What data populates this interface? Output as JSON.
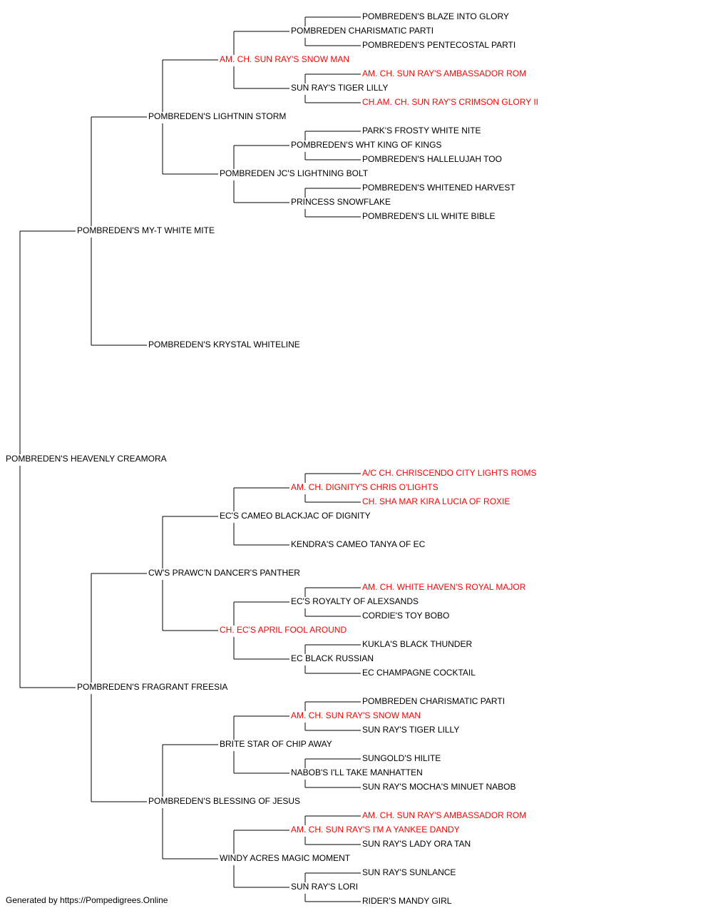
{
  "colors": {
    "normal": "#000000",
    "champion": "#ff0000"
  },
  "pedigree": {
    "name": "POMBREDEN'S HEAVENLY CREAMORA",
    "champion": false,
    "sire": {
      "name": "POMBREDEN'S MY-T WHITE MITE",
      "champion": false,
      "sire": {
        "name": "POMBREDEN'S LIGHTNIN STORM",
        "champion": false,
        "sire": {
          "name": "AM. CH. SUN RAY'S SNOW MAN",
          "champion": true,
          "sire": {
            "name": "POMBREDEN CHARISMATIC PARTI",
            "champion": false,
            "sire": {
              "name": "POMBREDEN'S BLAZE INTO GLORY",
              "champion": false
            },
            "dam": {
              "name": "POMBREDEN'S PENTECOSTAL PARTI",
              "champion": false
            }
          },
          "dam": {
            "name": "SUN RAY'S TIGER LILLY",
            "champion": false,
            "sire": {
              "name": "AM. CH. SUN RAY'S AMBASSADOR ROM",
              "champion": true
            },
            "dam": {
              "name": "CH.AM. CH. SUN RAY'S CRIMSON GLORY II",
              "champion": true
            }
          }
        },
        "dam": {
          "name": "POMBREDEN JC'S LIGHTNING BOLT",
          "champion": false,
          "sire": {
            "name": "POMBREDEN'S WHT KING OF KINGS",
            "champion": false,
            "sire": {
              "name": "PARK'S FROSTY WHITE NITE",
              "champion": false
            },
            "dam": {
              "name": "POMBREDEN'S HALLELUJAH TOO",
              "champion": false
            }
          },
          "dam": {
            "name": "PRINCESS SNOWFLAKE",
            "champion": false,
            "sire": {
              "name": "POMBREDEN'S WHITENED HARVEST",
              "champion": false
            },
            "dam": {
              "name": "POMBREDEN'S LIL WHITE BIBLE",
              "champion": false
            }
          }
        }
      },
      "dam": {
        "name": "POMBREDEN'S KRYSTAL WHITELINE",
        "champion": false
      }
    },
    "dam": {
      "name": "POMBREDEN'S FRAGRANT FREESIA",
      "champion": false,
      "sire": {
        "name": "CW'S PRAWC'N DANCER'S PANTHER",
        "champion": false,
        "sire": {
          "name": "EC'S CAMEO BLACKJAC OF DIGNITY",
          "champion": false,
          "sire": {
            "name": "AM. CH. DIGNITY'S CHRIS O'LIGHTS",
            "champion": true,
            "sire": {
              "name": "A/C CH. CHRISCENDO CITY LIGHTS ROMS",
              "champion": true
            },
            "dam": {
              "name": "CH. SHA MAR KIRA LUCIA OF ROXIE",
              "champion": true
            }
          },
          "dam": {
            "name": "KENDRA'S CAMEO TANYA OF EC",
            "champion": false
          }
        },
        "dam": {
          "name": "CH. EC'S APRIL FOOL AROUND",
          "champion": true,
          "sire": {
            "name": "EC'S ROYALTY OF ALEXSANDS",
            "champion": false,
            "sire": {
              "name": "AM. CH. WHITE HAVEN'S ROYAL MAJOR",
              "champion": true
            },
            "dam": {
              "name": "CORDIE'S TOY BOBO",
              "champion": false
            }
          },
          "dam": {
            "name": "EC BLACK RUSSIAN",
            "champion": false,
            "sire": {
              "name": "KUKLA'S BLACK THUNDER",
              "champion": false
            },
            "dam": {
              "name": "EC CHAMPAGNE COCKTAIL",
              "champion": false
            }
          }
        }
      },
      "dam": {
        "name": "POMBREDEN'S BLESSING OF JESUS",
        "champion": false,
        "sire": {
          "name": "BRITE STAR OF CHIP AWAY",
          "champion": false,
          "sire": {
            "name": "AM. CH. SUN RAY'S SNOW MAN",
            "champion": true,
            "sire": {
              "name": "POMBREDEN CHARISMATIC PARTI",
              "champion": false
            },
            "dam": {
              "name": "SUN RAY'S TIGER LILLY",
              "champion": false
            }
          },
          "dam": {
            "name": "NABOB'S I'LL TAKE MANHATTEN",
            "champion": false,
            "sire": {
              "name": "SUNGOLD'S HILITE",
              "champion": false
            },
            "dam": {
              "name": "SUN RAY'S MOCHA'S MINUET NABOB",
              "champion": false
            }
          }
        },
        "dam": {
          "name": "WINDY ACRES MAGIC MOMENT",
          "champion": false,
          "sire": {
            "name": "AM. CH. SUN RAY'S I'M A YANKEE DANDY",
            "champion": true,
            "sire": {
              "name": "AM. CH. SUN RAY'S AMBASSADOR ROM",
              "champion": true
            },
            "dam": {
              "name": "SUN RAY'S LADY ORA TAN",
              "champion": false
            }
          },
          "dam": {
            "name": "SUN RAY'S LORI",
            "champion": false,
            "sire": {
              "name": "SUN RAY'S SUNLANCE",
              "champion": false
            },
            "dam": {
              "name": "RIDER'S MANDY GIRL",
              "champion": false
            }
          }
        }
      }
    }
  },
  "footer": {
    "text": "Generated by https://Pompedigrees.Online"
  }
}
